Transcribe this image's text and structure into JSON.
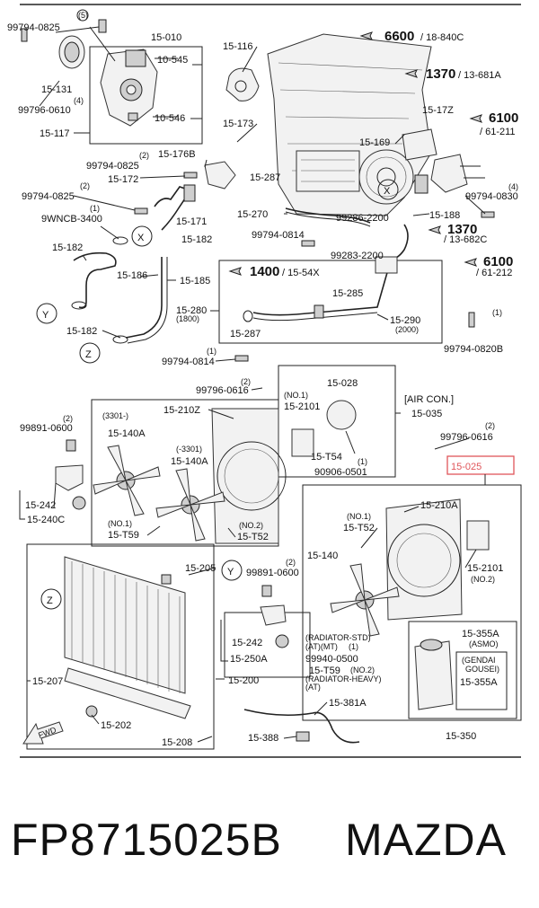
{
  "labels": {
    "p99794_0825a": "99794-0825",
    "callout5": "(5)",
    "p15_010": "15-010",
    "p10_545": "10-545",
    "p15_131": "15-131",
    "callout4a": "(4)",
    "p99796_0610": "99796-0610",
    "p10_546": "10-546",
    "p15_117": "15-117",
    "p15_116": "15-116",
    "ref6600": "6600",
    "ref6600_sub": "/ 18-840C",
    "ref1370a": "1370",
    "ref1370a_sub": "/ 13-681A",
    "p15_173": "15-173",
    "p15_17z": "15-17Z",
    "ref6100a": "6100",
    "ref6100a_sub": "/ 61-211",
    "p15_169": "15-169",
    "callout2a": "(2)",
    "p15_176b": "15-176B",
    "p99794_0825b": "99794-0825",
    "p15_172": "15-172",
    "p15_287a": "15-287",
    "callout2b": "(2)",
    "p99794_0825c": "99794-0825",
    "p15_270": "15-270",
    "callout1a": "(1)",
    "p9wncb": "9WNCB-3400",
    "p15_171": "15-171",
    "p99286": "99286-2200",
    "p15_188": "15-188",
    "callout4b": "(4)",
    "p99794_0830": "99794-0830",
    "ref1370b": "1370",
    "ref1370b_sub": "/ 13-682C",
    "p99794_0814a": "99794-0814",
    "p15_182a": "15-182",
    "p15_182b": "15-182",
    "p99283": "99283-2200",
    "ref6100b": "6100",
    "ref6100b_sub": "/ 61-212",
    "p15_186": "15-186",
    "p15_185": "15-185",
    "ref1400": "1400",
    "ref1400_sub": "/ 15-54X",
    "p15_285": "15-285",
    "p15_280": "15-280",
    "p1800": "(1800)",
    "p15_290": "15-290",
    "p2000": "(2000)",
    "p15_182c": "15-182",
    "p15_287b": "15-287",
    "callout1b": "(1)",
    "p99794_0820b": "99794-0820B",
    "callout1c": "(1)",
    "p99794_0814b": "99794-0814",
    "callout2c": "(2)",
    "p99796_0616a": "99796-0616",
    "p15_028": "15-028",
    "no1a": "(NO.1)",
    "p15_2101a": "15-2101",
    "aircon": "[AIR CON.]",
    "p15_035": "15-035",
    "p15_210z": "15-210Z",
    "callout2d": "(2)",
    "p99891_0600a": "99891-0600",
    "p3301a": "(3301-)",
    "p15_140a_1": "15-140A",
    "p3301b": "(-3301)",
    "p15_140a_2": "15-140A",
    "p15_t54": "15-T54",
    "callout1d": "(1)",
    "p90906": "90906-0501",
    "callout2e": "(2)",
    "p99796_0616b": "99796-0616",
    "p15_025": "15-025",
    "p15_242a": "15-242",
    "p15_240c": "15-240C",
    "no1b": "(NO.1)",
    "p15_t59a": "15-T59",
    "no2a": "(NO.2)",
    "p15_t52a": "15-T52",
    "p15_210a": "15-210A",
    "no1c": "(NO.1)",
    "p15_t52b": "15-T52",
    "p15_205": "15-205",
    "callout2f": "(2)",
    "p99891_0600b": "99891-0600",
    "p15_140": "15-140",
    "p15_2101b": "15-2101",
    "no2b": "(NO.2)",
    "p15_242b": "15-242",
    "p15_250a": "15-250A",
    "p15_200": "15-200",
    "rad_std": "(RADIATOR-STD)",
    "atmt": "(AT)(MT)",
    "callout1e": "(1)",
    "p99940": "99940-0500",
    "p15_t59b": "15-T59",
    "no2c": "(NO.2)",
    "rad_heavy": "(RADIATOR-HEAVY)",
    "at": "(AT)",
    "p15_355a_1": "15-355A",
    "asmo": "(ASMO)",
    "gendai": "(GENDAI",
    "gousei": "GOUSEI)",
    "p15_355a_2": "15-355A",
    "p15_207": "15-207",
    "p15_202": "15-202",
    "p15_381a": "15-381A",
    "p15_388": "15-388",
    "p15_208": "15-208",
    "p15_350": "15-350",
    "fwd": "FWD",
    "mx": "X",
    "my": "Y",
    "mz": "Z"
  },
  "footer": {
    "part_code": "FP8715025B",
    "brand": "MAZDA"
  },
  "colors": {
    "highlight": "#e0565b",
    "ink": "#111111"
  }
}
